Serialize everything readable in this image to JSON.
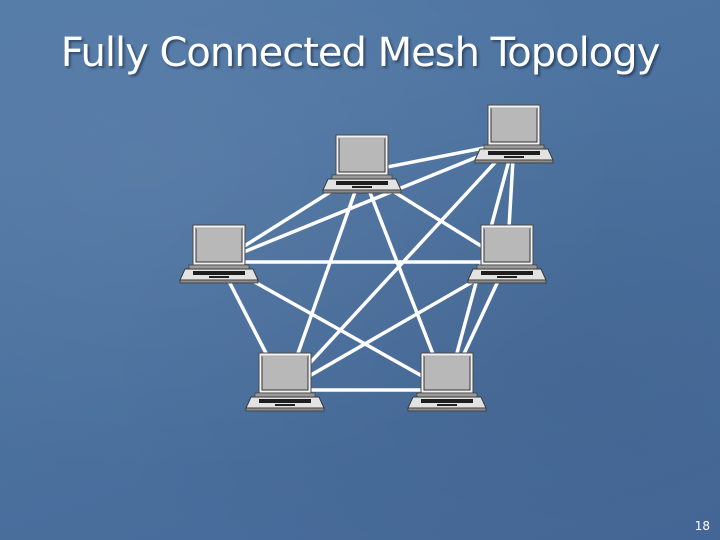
{
  "slide": {
    "title": "Fully Connected Mesh Topology",
    "number": "18"
  },
  "diagram": {
    "node_count": 6,
    "topology": "fully connected mesh",
    "node_icon": "laptop-icon",
    "colors": {
      "background": "#4b719e",
      "link": "#ffffff",
      "screen": "#b8b8b8",
      "body": "#d8d8d8"
    }
  }
}
